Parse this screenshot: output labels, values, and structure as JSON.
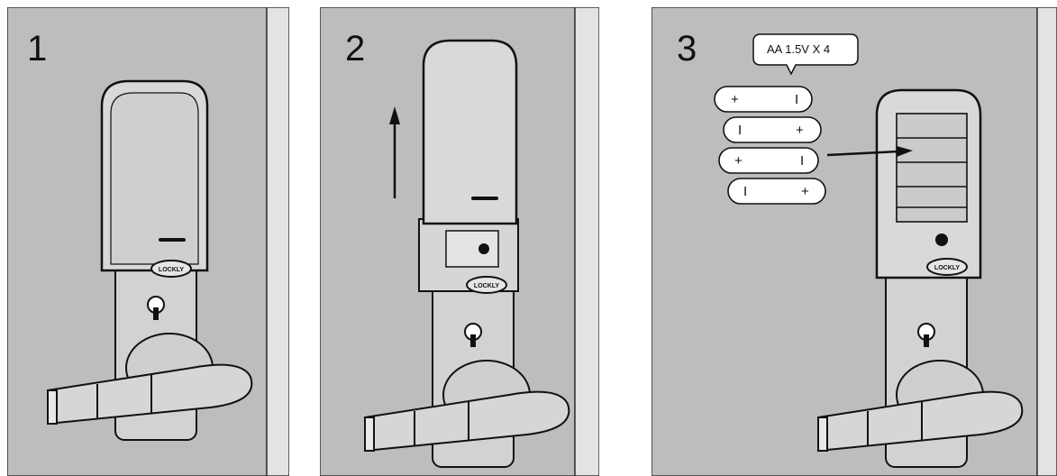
{
  "steps": [
    {
      "number": "1",
      "description": ""
    },
    {
      "number": "2",
      "description": ""
    },
    {
      "number": "3",
      "description": ""
    }
  ],
  "battery_callout": "AA 1.5V X 4",
  "brand_label": "LOCKLY",
  "battery_polarity": {
    "plus": "+",
    "minus": "I"
  },
  "colors": {
    "wall": "#bdbdbd",
    "door_edge": "#e3e3e3",
    "lock_body": "#dcdcdc",
    "outline": "#111111",
    "battery": "#ffffff"
  },
  "icons": [
    "arrow-up-icon",
    "arrow-right-icon",
    "battery-icon",
    "lock-handle-icon",
    "keyhole-icon"
  ]
}
